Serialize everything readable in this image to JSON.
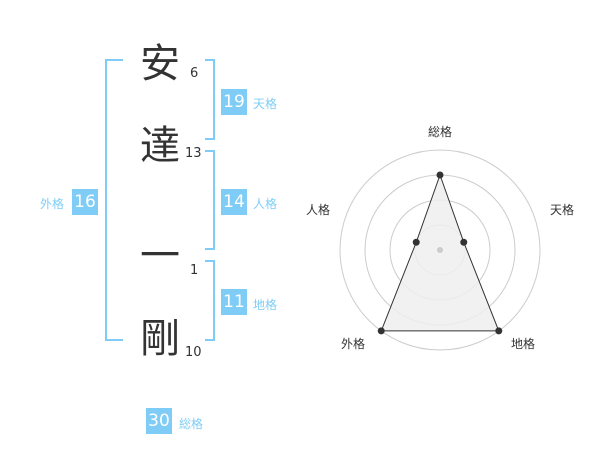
{
  "name": {
    "characters": [
      {
        "char": "安",
        "strokes": "6"
      },
      {
        "char": "達",
        "strokes": "13"
      },
      {
        "char": "一",
        "strokes": "1"
      },
      {
        "char": "剛",
        "strokes": "10"
      }
    ]
  },
  "fortunes": {
    "tenkaku": {
      "value": "19",
      "label": "天格"
    },
    "jinkaku": {
      "value": "14",
      "label": "人格"
    },
    "chikaku": {
      "value": "11",
      "label": "地格"
    },
    "gaikaku": {
      "value": "16",
      "label": "外格"
    },
    "soukaku": {
      "value": "30",
      "label": "総格"
    }
  },
  "colors": {
    "accent": "#7fcdf6",
    "text": "#333333",
    "grid": "#cccccc",
    "fill": "#eeeeee"
  },
  "chart_data": {
    "type": "radar",
    "axes": [
      "総格",
      "天格",
      "地格",
      "外格",
      "人格"
    ],
    "values": [
      3,
      1,
      4,
      4,
      1
    ],
    "max": 4,
    "rings": 4
  }
}
